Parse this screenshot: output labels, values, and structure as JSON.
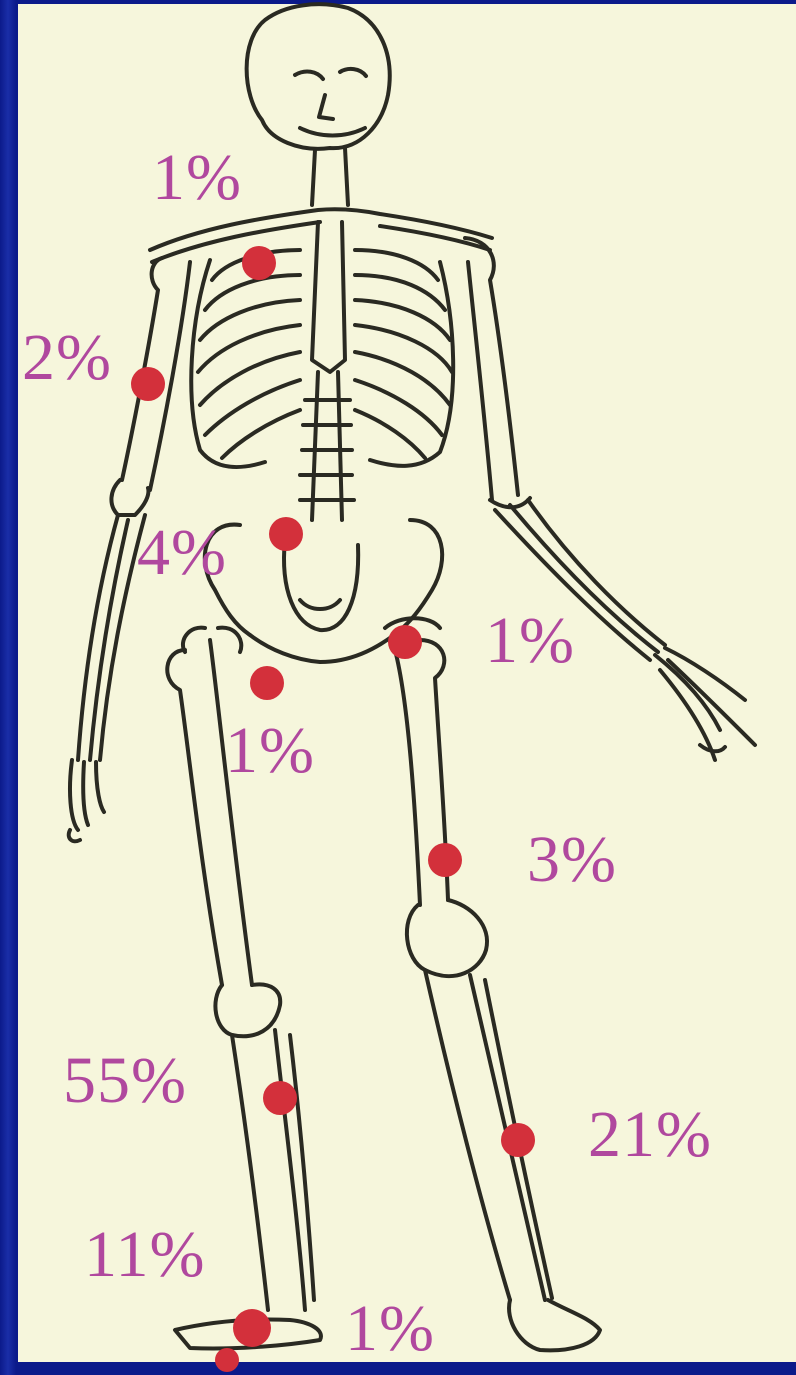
{
  "labels": [
    {
      "id": "chest",
      "text": "1%"
    },
    {
      "id": "upper-arm",
      "text": "2%"
    },
    {
      "id": "spine",
      "text": "4%"
    },
    {
      "id": "hip-right",
      "text": "1%"
    },
    {
      "id": "pelvis",
      "text": "1%"
    },
    {
      "id": "thigh",
      "text": "3%"
    },
    {
      "id": "lower-leg-left",
      "text": "55%"
    },
    {
      "id": "lower-leg-right",
      "text": "21%"
    },
    {
      "id": "ankle",
      "text": "11%"
    },
    {
      "id": "foot",
      "text": "1%"
    }
  ],
  "colors": {
    "label": "#b0489e",
    "marker": "#d3303b",
    "background": "#f6f6dc",
    "frame": "#0b1a8a",
    "outline": "#2a2a22"
  },
  "figure": "skeleton-icon"
}
